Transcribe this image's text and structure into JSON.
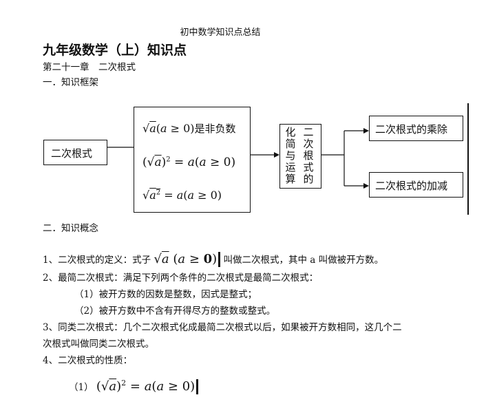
{
  "header": {
    "text": "初中数学知识点总结"
  },
  "title": "九年级数学（上）知识点",
  "chapter": "第二十一章　二次根式",
  "section1": "一．知识框架",
  "diagram": {
    "root": "二次根式",
    "formula1_tail": "是非负数",
    "box3_left": [
      "化",
      "简",
      "与",
      "运",
      "算"
    ],
    "box3_right": [
      "二",
      "次",
      "根",
      "式",
      "的"
    ],
    "out1": "二次根式的乘除",
    "out2": "二次根式的加减"
  },
  "section2": "二．知识概念",
  "items": {
    "i1_prefix": "1、二次根式的定义：式子",
    "i1_suffix": "叫做二次根式，其中 a 叫做被开方数。",
    "i2": "2、最简二次根式：满足下列两个条件的二次根式是最简二次根式：",
    "i2_1": "（1）被开方数的因数是整数，因式是整式；",
    "i2_2": "（2）被开方数中不含有开得尽方的整数或整式。",
    "i3_a": "3、同类二次根式：几个二次根式化成最简二次根式以后，如果被开方数相同，这几个二",
    "i3_b": "次根式叫做同类二次根式。",
    "i4": "4、二次根式的性质：",
    "i4_1": "（1）"
  }
}
